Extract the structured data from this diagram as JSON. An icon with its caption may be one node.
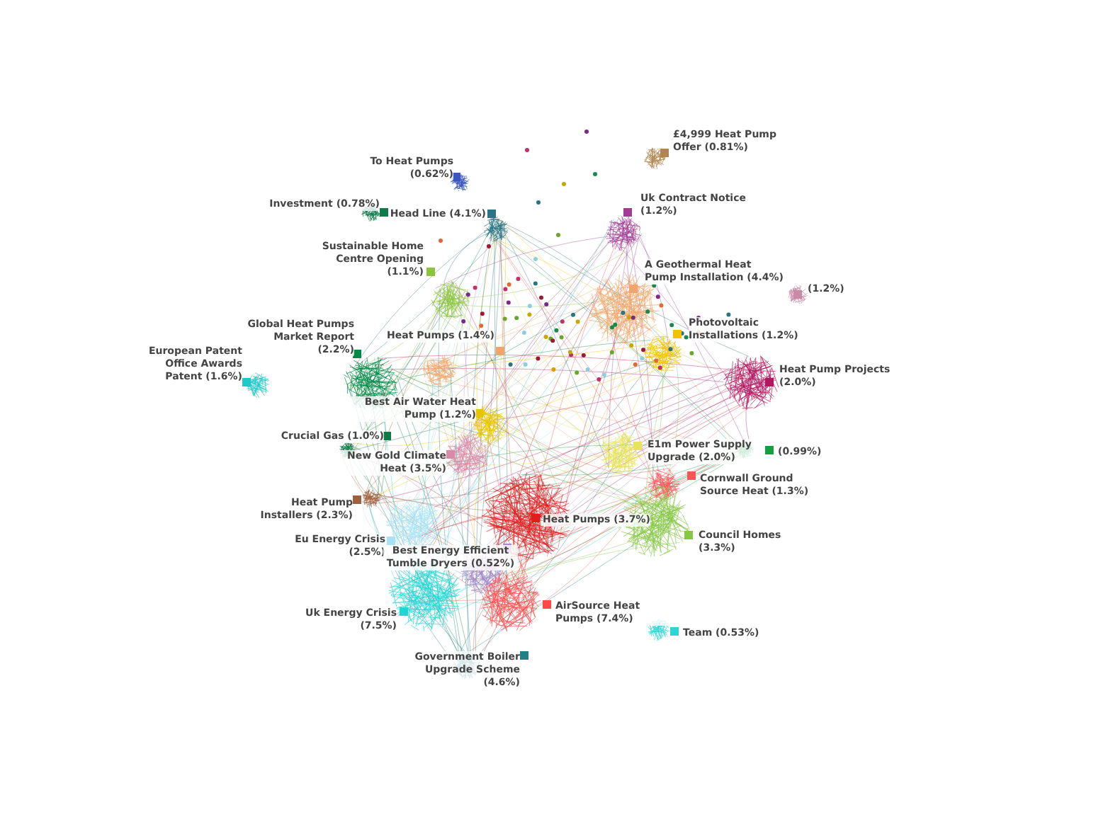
{
  "diagram": {
    "legend": [
      {
        "text": "£4,999 Heat Pump Offer (0.81%)",
        "color": "#b08550"
      },
      {
        "text": "To Heat Pumps (0.62%)",
        "color": "#3a55c0"
      },
      {
        "text": "Investment (0.78%)",
        "color": "#0f7a4a"
      },
      {
        "text": "Head Line (4.1%)",
        "color": "#2a7585"
      },
      {
        "text": "Uk Contract Notice (1.2%)",
        "color": "#a03c95"
      },
      {
        "text": "Sustainable Home Centre Opening (1.1%)",
        "color": "#8cc43f"
      },
      {
        "text": "A Geothermal Heat Pump Installation (4.4%)",
        "color": "#f2a56a"
      },
      {
        "text": "(1.2%)",
        "color": "#c98aa8"
      },
      {
        "text": "Global Heat Pumps Market Report (2.2%)",
        "color": "#008a45"
      },
      {
        "text": "Heat Pumps (1.4%)",
        "color": "#f2a56a"
      },
      {
        "text": "Photovoltaic Installations (1.2%)",
        "color": "#f2c200"
      },
      {
        "text": "European Patent Office Awards Patent (1.6%)",
        "color": "#22c8c8"
      },
      {
        "text": "Heat Pump Projects (2.0%)",
        "color": "#b3155f"
      },
      {
        "text": "Best Air Water Heat Pump (1.2%)",
        "color": "#e8c400"
      },
      {
        "text": "Crucial Gas (1.0%)",
        "color": "#0f7a45"
      },
      {
        "text": "New Gold Climate Heat (3.5%)",
        "color": "#d88aa8"
      },
      {
        "text": "E1m Power Supply Upgrade (2.0%)",
        "color": "#e6e45a"
      },
      {
        "text": "(0.99%)",
        "color": "#12a040"
      },
      {
        "text": "Cornwall Ground Source Heat (1.3%)",
        "color": "#ff5555"
      },
      {
        "text": "Heat Pump Installers (2.3%)",
        "color": "#a0603e"
      },
      {
        "text": "Heat Pumps (3.7%)",
        "color": "#e01e1e"
      },
      {
        "text": "Eu Energy Crisis (2.5%)",
        "color": "#a8e2f5"
      },
      {
        "text": "Council Homes (3.3%)",
        "color": "#86c844"
      },
      {
        "text": "Best Energy Efficient Tumble Dryers (0.52%)",
        "color": "#a488c8"
      },
      {
        "text": "Uk Energy Crisis (7.5%)",
        "color": "#22d4d4"
      },
      {
        "text": "AirSource Heat Pumps (7.4%)",
        "color": "#ff4848"
      },
      {
        "text": "Team (0.53%)",
        "color": "#30d4d4"
      },
      {
        "text": "Government Boiler Upgrade Scheme (4.6%)",
        "color": "#237f87"
      }
    ]
  }
}
